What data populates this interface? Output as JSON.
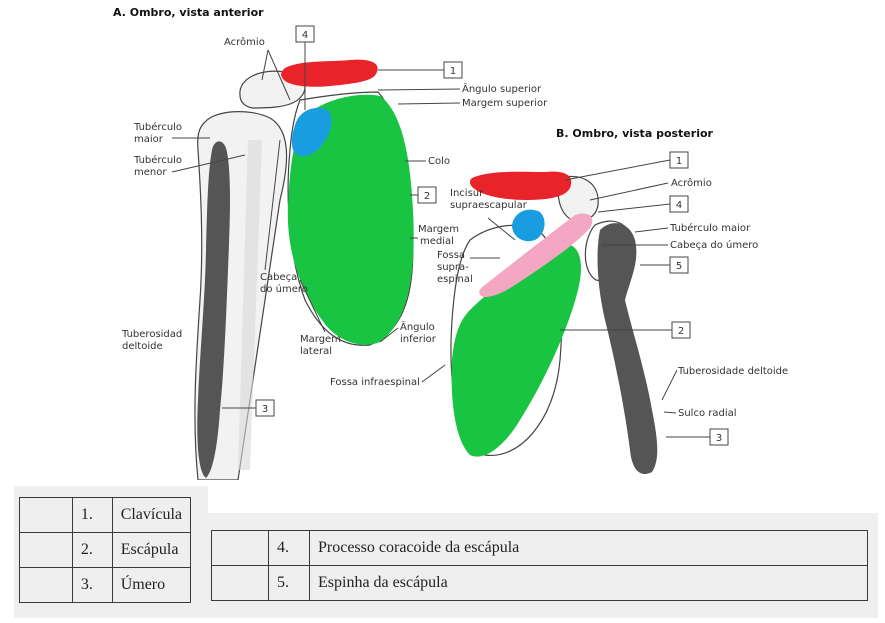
{
  "figure": {
    "panel_a": {
      "title": "A. Ombro, vista anterior",
      "labels": {
        "acromio": "Acrômio",
        "tuberculo_maior_1": "Tubérculo",
        "tuberculo_maior_2": "maior",
        "tuberculo_menor_1": "Tubérculo",
        "tuberculo_menor_2": "menor",
        "angulo_superior": "Ângulo superior",
        "margem_superior": "Margem superior",
        "colo": "Colo",
        "margem_medial_1": "Margem",
        "margem_medial_2": "medial",
        "cabeca_umero_1": "Cabeça",
        "cabeca_umero_2": "do úmero",
        "tuberosidade_1": "Tuberosidad",
        "tuberosidade_2": "deltoide",
        "margem_lateral_1": "Margem",
        "margem_lateral_2": "lateral",
        "angulo_inferior_1": "Ângulo",
        "angulo_inferior_2": "inferior",
        "fossa_infraespinal": "Fossa infraespinal"
      },
      "markers": [
        "4",
        "1",
        "2",
        "3"
      ]
    },
    "panel_b": {
      "title": "B. Ombro, vista posterior",
      "labels": {
        "incisura_1": "Incisur",
        "incisura_2": "supraescapular",
        "fossa_supra_1": "Fossa",
        "fossa_supra_2": "supra-",
        "fossa_supra_3": "espinal",
        "acromio": "Acrômio",
        "tuberculo_maior": "Tubérculo maior",
        "cabeca_umero": "Cabeça do úmero",
        "tuberosidade": "Tuberosidade deltoide",
        "sulco_radial": "Sulco radial"
      },
      "markers": [
        "1",
        "4",
        "5",
        "2",
        "3"
      ]
    },
    "highlight_colors": {
      "clavicula": "#e8242a",
      "escapula": "#19c443",
      "umero": "#555555",
      "processo_coracoide": "#1a9de0",
      "espinha_escapula": "#f4a7c3"
    }
  },
  "legend": {
    "table_1": [
      {
        "num": "1.",
        "name": "Clavícula"
      },
      {
        "num": "2.",
        "name": "Escápula"
      },
      {
        "num": "3.",
        "name": "Úmero"
      }
    ],
    "table_2": [
      {
        "num": "4.",
        "name": "Processo coracoide da escápula"
      },
      {
        "num": "5.",
        "name": "Espinha da escápula"
      }
    ]
  }
}
